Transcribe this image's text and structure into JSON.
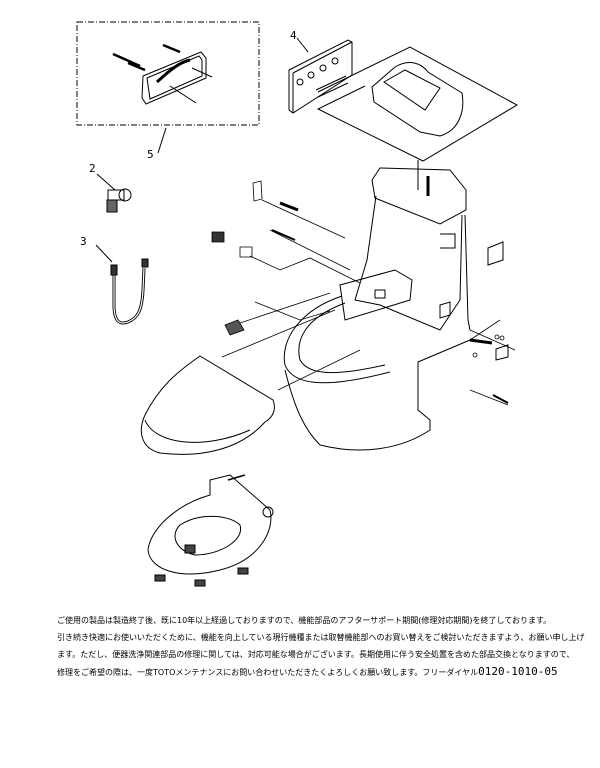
{
  "callouts": {
    "part2": "2",
    "part3": "3",
    "part4": "4",
    "part5": "5"
  },
  "notice": {
    "line1": "ご使用の製品は製造終了後、既に10年以上経過しておりますので、機能部品のアフターサポート期間(修理対応期間)を終了しております。",
    "line2": "引き続き快適にお使いいただくために、機能を向上している現行機種または取替機能部へのお買い替えをご検討いただきますよう、お願い申し上げ",
    "line3": "ます。ただし、便器洗浄関連部品の修理に関しては、対応可能な場合がございます。長期使用に伴う安全処置を含めた部品交換となりますので、",
    "line4_prefix": "修理をご希望の際は、一度TOTOメンテナンスにお問い合わせいただきたくよろしくお願い致します。フリーダイヤル",
    "phone": "0120-1010-05"
  }
}
